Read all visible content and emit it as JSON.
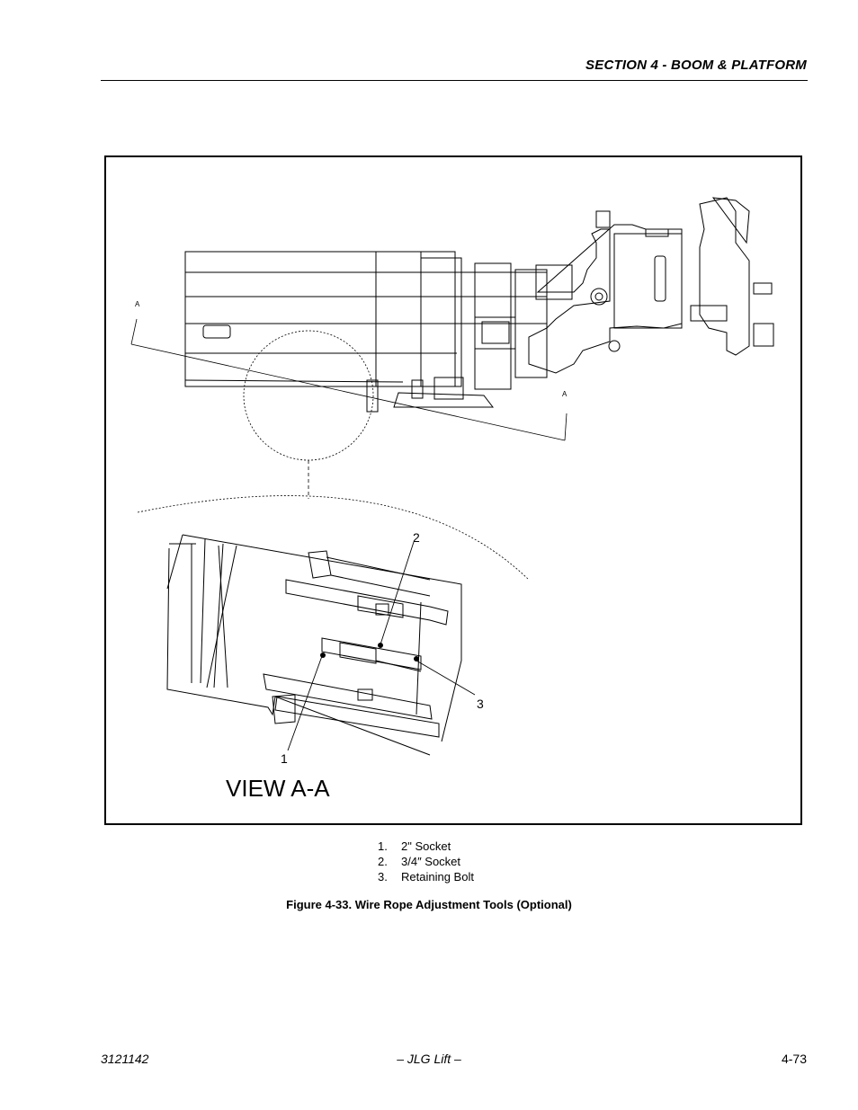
{
  "header": {
    "section_title": "SECTION 4 - BOOM & PLATFORM"
  },
  "figure": {
    "view_label": "VIEW A-A",
    "section_marks": [
      "A",
      "A"
    ],
    "callouts": [
      "1",
      "2",
      "3"
    ],
    "legend": [
      {
        "num": "1.",
        "text": "2\" Socket"
      },
      {
        "num": "2.",
        "text": "3/4″ Socket"
      },
      {
        "num": "3.",
        "text": "Retaining Bolt"
      }
    ],
    "caption": "Figure 4-33.  Wire Rope Adjustment Tools (Optional)"
  },
  "footer": {
    "doc_number": "3121142",
    "center": "– JLG Lift –",
    "page_number": "4-73"
  }
}
